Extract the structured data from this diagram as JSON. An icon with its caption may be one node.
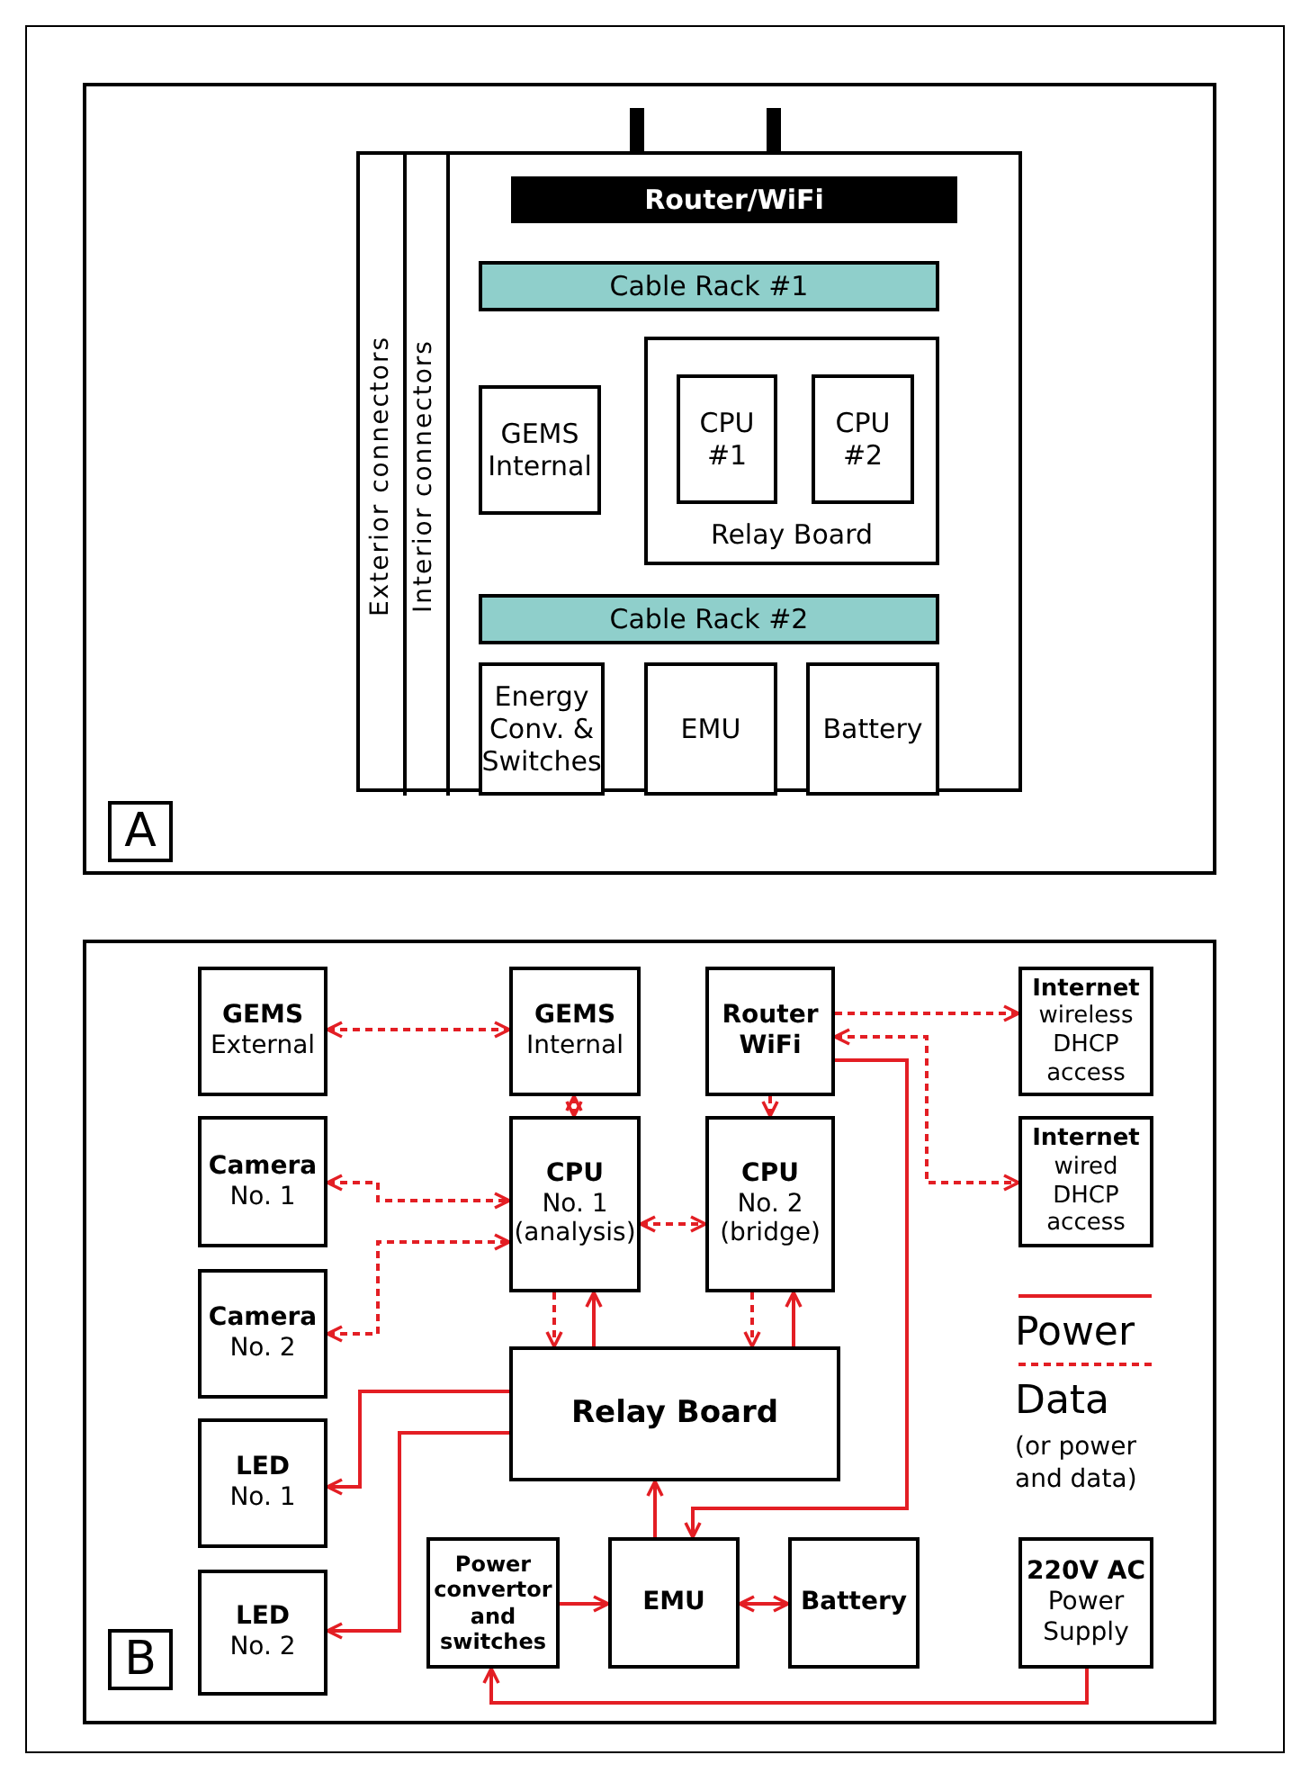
{
  "diagram": {
    "nodes": [
      {
        "text": [],
        "shape": "box"
      },
      {
        "text": [
          "Exterior connectors"
        ],
        "in": 0
      },
      {
        "text": [
          "Interior connectors"
        ],
        "in": 0
      },
      {
        "text": [
          "Router/WiFi"
        ],
        "in": 0
      },
      {
        "text": [
          "Cable Rack #1"
        ],
        "in": 0
      },
      {
        "text": [
          "GEMS Internal"
        ],
        "in": 0
      },
      {
        "text": [
          "Relay Board"
        ],
        "in": 0
      },
      {
        "text": [
          "CPU #1"
        ],
        "in": 6
      },
      {
        "text": [
          "CPU #2"
        ],
        "in": 6
      },
      {
        "text": [
          "Cable Rack #2"
        ],
        "in": 0
      },
      {
        "text": [
          "Energy Conv. & Switches"
        ],
        "in": 0
      },
      {
        "text": [
          "EMU"
        ],
        "in": 0
      },
      {
        "text": [
          "Battery"
        ],
        "in": 0
      },
      {
        "text": [
          "A"
        ]
      },
      {
        "text": [
          "GEMS",
          "External"
        ]
      },
      {
        "text": [
          "GEMS",
          "Internal"
        ]
      },
      {
        "text": [
          "Router WiFi"
        ]
      },
      {
        "text": [
          "Internet",
          "wireless DHCP access"
        ]
      },
      {
        "text": [
          "Camera",
          "No. 1"
        ]
      },
      {
        "text": [
          "CPU",
          "No. 1 (analysis)"
        ]
      },
      {
        "text": [
          "CPU",
          "No. 2 (bridge)"
        ]
      },
      {
        "text": [
          "Internet",
          "wired DHCP access"
        ]
      },
      {
        "text": [
          "Camera",
          "No. 2"
        ]
      },
      {
        "text": [
          "Relay Board"
        ]
      },
      {
        "text": [
          "LED",
          "No. 1"
        ]
      },
      {
        "text": [
          "LED",
          "No. 2"
        ]
      },
      {
        "text": [
          "Power convertor and switches"
        ]
      },
      {
        "text": [
          "EMU"
        ]
      },
      {
        "text": [
          "Battery"
        ]
      },
      {
        "text": [
          "220V AC",
          "Power Supply"
        ]
      },
      {
        "text": [
          "B"
        ]
      }
    ],
    "edges": [
      {
        "from": 14,
        "to": 15,
        "arrow": "both",
        "style": "dashed"
      },
      {
        "from": 15,
        "to": 19,
        "arrow": "both",
        "style": "dashed"
      },
      {
        "from": 16,
        "to": 20,
        "arrow": "to",
        "style": "dashed"
      },
      {
        "from": 16,
        "to": 17,
        "arrow": "to",
        "style": "dashed"
      },
      {
        "from": 16,
        "to": 21,
        "arrow": "both",
        "style": "dashed"
      },
      {
        "from": 18,
        "to": 19,
        "arrow": "both",
        "style": "dashed"
      },
      {
        "from": 22,
        "to": 19,
        "arrow": "both",
        "style": "dashed"
      },
      {
        "from": 19,
        "to": 20,
        "arrow": "both",
        "style": "dashed"
      },
      {
        "from": 19,
        "to": 23,
        "arrow": "to",
        "style": "dashed"
      },
      {
        "from": 23,
        "to": 19,
        "arrow": "to"
      },
      {
        "from": 20,
        "to": 23,
        "arrow": "to",
        "style": "dashed"
      },
      {
        "from": 23,
        "to": 20,
        "arrow": "to"
      },
      {
        "from": 23,
        "to": 24,
        "arrow": "to"
      },
      {
        "from": 23,
        "to": 25,
        "arrow": "to"
      },
      {
        "from": 27,
        "to": 23,
        "arrow": "to"
      },
      {
        "from": 16,
        "to": 27,
        "arrow": "to"
      },
      {
        "from": 26,
        "to": 27,
        "arrow": "to"
      },
      {
        "from": 27,
        "to": 28,
        "arrow": "both"
      },
      {
        "from": 29,
        "to": 26,
        "arrow": "to"
      }
    ],
    "labels": [
      "(or power and data)"
    ],
    "legend": [
      {
        "text": "Power"
      },
      {
        "text": "Data"
      }
    ]
  }
}
